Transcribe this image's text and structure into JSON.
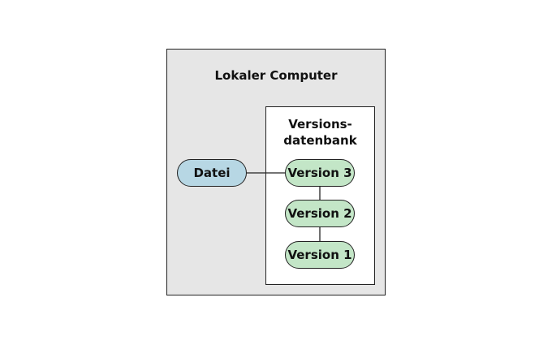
{
  "outer": {
    "title": "Lokaler Computer"
  },
  "inner": {
    "title_line1": "Versions-",
    "title_line2": "datenbank"
  },
  "file": {
    "label": "Datei"
  },
  "versions": [
    {
      "label": "Version 3"
    },
    {
      "label": "Version 2"
    },
    {
      "label": "Version 1"
    }
  ],
  "colors": {
    "outer_fill": "#e6e6e6",
    "file_fill": "#b7d7e4",
    "version_fill": "#c3e6c7"
  }
}
